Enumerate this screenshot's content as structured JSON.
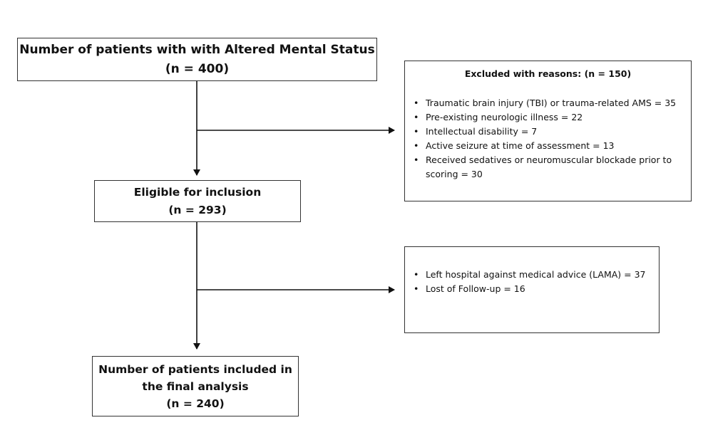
{
  "total_box": {
    "line1": "Number of patients with with Altered Mental Status",
    "line2": "(n = 400)"
  },
  "exclusion1": {
    "title": "Excluded with reasons: (n = 150)",
    "items": [
      "Traumatic brain injury (TBI) or trauma-related AMS = 35",
      "Pre-existing neurologic illness = 22",
      "Intellectual disability = 7",
      "Active seizure at time of assessment = 13",
      "Received sedatives or neuromuscular blockade prior to scoring = 30"
    ]
  },
  "eligible_box": {
    "line1": "Eligible for inclusion",
    "line2": "(n = 293)"
  },
  "exclusion2": {
    "items": [
      "Left hospital against medical advice (LAMA) = 37",
      "Lost of Follow-up = 16"
    ]
  },
  "final_box": {
    "line1": "Number of patients included in",
    "line2": "the final analysis",
    "line3": "(n = 240)"
  },
  "bullet_symbol": "•"
}
